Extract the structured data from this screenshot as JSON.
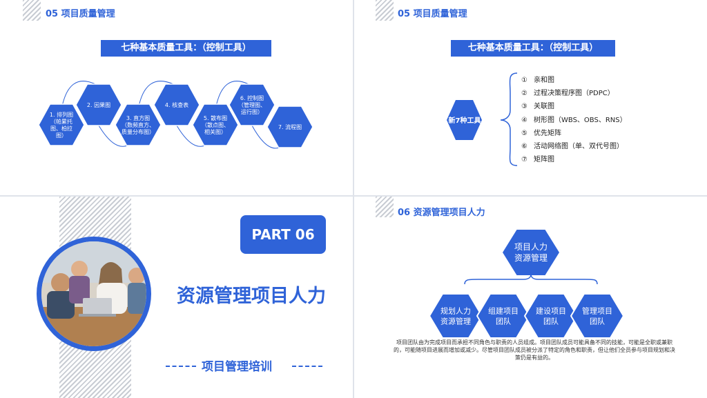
{
  "slide1": {
    "section_title": "05 项目质量管理",
    "banner": "七种基本质量工具：（控制工具）",
    "tools": [
      {
        "label": "1. 排列图\n（帕累托\n图、柏拉\n图）"
      },
      {
        "label": "2. 因果图"
      },
      {
        "label": "3. 直方图\n（数频直方、\n质量分布图）"
      },
      {
        "label": "4. 核查表"
      },
      {
        "label": "5. 散布图\n（散点图、\n相关图）"
      },
      {
        "label": "6. 控制图\n（管理图、\n运行图）"
      },
      {
        "label": "7. 流程图"
      }
    ]
  },
  "slide2": {
    "section_title": "05 项目质量管理",
    "banner": "七种基本质量工具：（控制工具）",
    "hub_label": "新7种工具",
    "items": [
      {
        "num": "①",
        "text": "亲和图"
      },
      {
        "num": "②",
        "text": "过程决策程序图（PDPC）"
      },
      {
        "num": "③",
        "text": "关联图"
      },
      {
        "num": "④",
        "text": "树形图（WBS、OBS、RNS）"
      },
      {
        "num": "⑤",
        "text": "优先矩阵"
      },
      {
        "num": "⑥",
        "text": "活动网络图（单、双代号图）"
      },
      {
        "num": "⑦",
        "text": "矩阵图"
      }
    ]
  },
  "slide3": {
    "part_label": "PART   06",
    "title": "资源管理项目人力",
    "subtitle": "项目管理培训"
  },
  "slide4": {
    "section_title": "06 资源管理项目人力",
    "root": "项目人力\n资源管理",
    "children": [
      "规划人力\n资源管理",
      "组建项目\n团队",
      "建设项目\n团队",
      "管理项目\n团队"
    ],
    "description": "项目团队由为完成项目而承担不同角色与职责的人员组成。项目团队成员可能具备不同的技能，可能是全职或兼职的，可能随项目进展而增加或减少。尽管项目团队成员被分派了特定的角色和职责，但让他们全员参与项目规划和决策仍是有益的。"
  },
  "colors": {
    "accent": "#2f63d8",
    "hatch": "#c8ccd3"
  }
}
